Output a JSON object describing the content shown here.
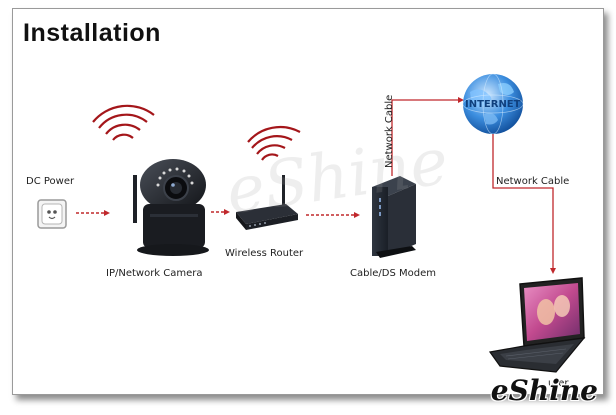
{
  "title": "Installation",
  "labels": {
    "dc_power": "DC Power",
    "ip_camera": "IP/Network Camera",
    "wireless_router": "Wireless Router",
    "modem": "Cable/DS Modem",
    "network_cable_vertical": "Network Cable",
    "network_cable_horizontal": "Network Cable",
    "internet": "INTERNET",
    "computer_partial": "uter"
  },
  "watermark_text": "eShine",
  "signature_text": "eShine",
  "colors": {
    "wave_red": "#a4161a",
    "connector_red": "#c0282c",
    "globe_blue": "#1e73c8",
    "device_dark": "#1d2026"
  }
}
